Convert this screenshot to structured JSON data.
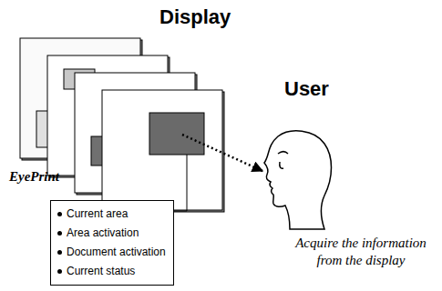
{
  "diagram": {
    "title": "Display",
    "nodes": [
      {
        "text": [
          "EyePrint",
          "Current area",
          "Area activation",
          "Document activation",
          "Current status"
        ]
      }
    ],
    "labels": [
      "User",
      "Acquire the information from the display"
    ]
  }
}
